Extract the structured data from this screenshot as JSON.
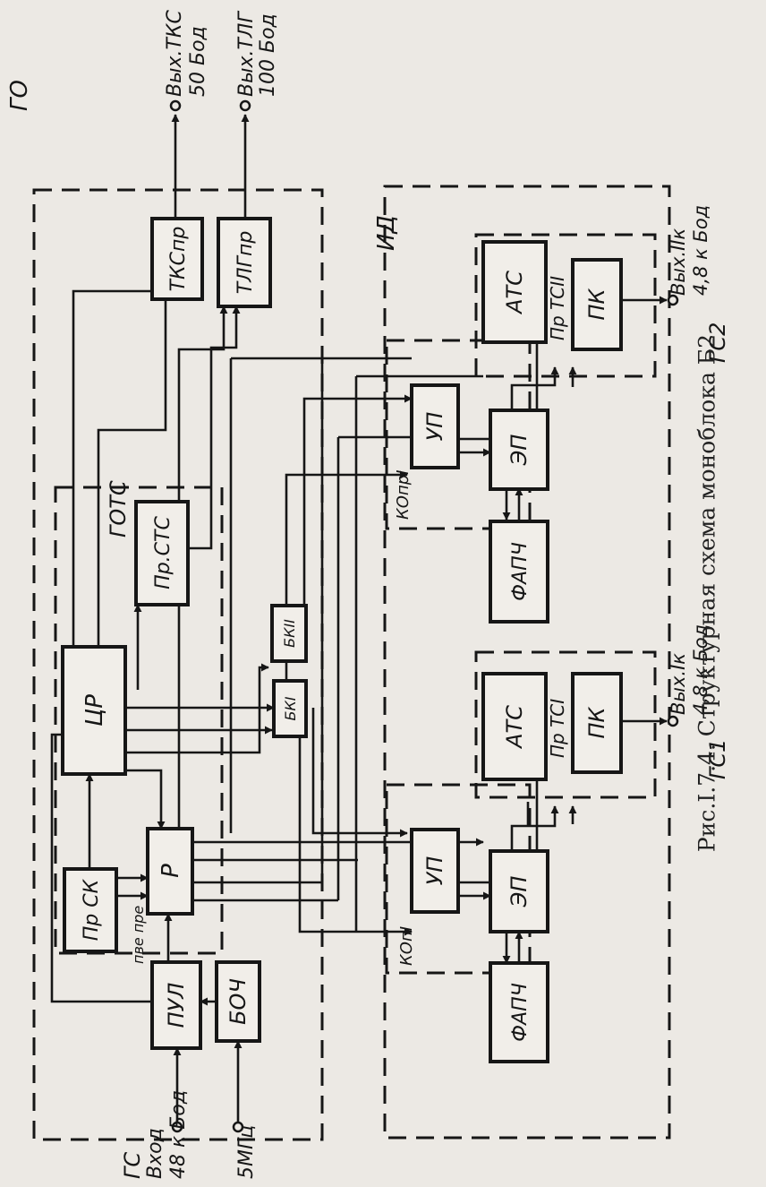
{
  "figure": {
    "caption": "Рис.I.7.4. Структурная схема моноблока Б2"
  },
  "groups": {
    "go": "ГО",
    "gots": "ГОТС",
    "id": "ИД",
    "pr_ts1": "Пр ТСI",
    "pr_ts2": "Пр ТСII"
  },
  "blocks": {
    "pul": "ПУЛ",
    "boch": "БОЧ",
    "pr_sk": "Пр СК",
    "r": "Р",
    "cr": "ЦР",
    "pr_sts": "Пр.СТС",
    "tks_pr": "ТКСпр",
    "tlg_pr": "ТЛГпр",
    "bk1": "БКI",
    "bk2": "БКII",
    "up1": "УП",
    "ep1": "ЭП",
    "fapch1": "ФАПЧ",
    "ats1": "АТС",
    "pk1": "ПК",
    "up2": "УП",
    "ep2": "ЭП",
    "fapch2": "ФАПЧ",
    "ats2": "АТС",
    "pk2": "ПК"
  },
  "labels": {
    "gs": "ГС",
    "vhod": "Вход",
    "vhod_rate": "48 к Бод",
    "freq": "5МГц",
    "pve_pre": "пве пре",
    "ko_1": "КОпI",
    "ko_2": "КОпрI",
    "out_tks": "Вых.ТКС",
    "out_tks_rate": "50 Бод",
    "out_tlg": "Вых.ТЛГ",
    "out_tlg_rate": "100 Бод",
    "out_1k": "Вых.Iк",
    "out_1k_rate": "4,8 к Бод",
    "gs1": "ГС1",
    "out_2k": "Вых.IIк",
    "out_2k_rate": "4,8 к Бод",
    "gs2": "ГС2"
  }
}
